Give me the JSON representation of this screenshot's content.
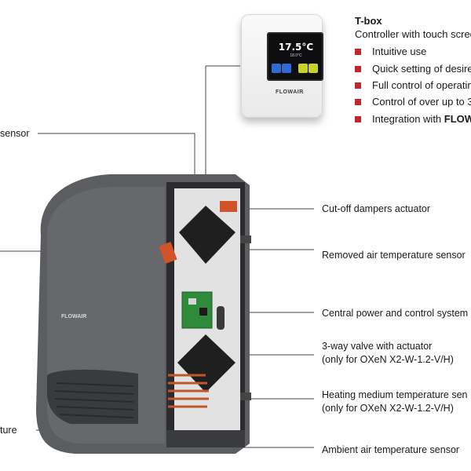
{
  "tbox": {
    "title": "T-box",
    "subtitle": "Controller with touch scree",
    "features": [
      {
        "text": "Intuitive use",
        "bold": ""
      },
      {
        "text": "Quick setting of desire",
        "bold": ""
      },
      {
        "text": "Full control of operatin",
        "bold": ""
      },
      {
        "text": "Control of over up to 3",
        "bold": ""
      },
      {
        "text": "Integration with ",
        "bold": "FLOW"
      }
    ],
    "display_temp": "17.5°C",
    "display_sub": "18.0°C",
    "brand": "FLOWAIR"
  },
  "unit_brand": "FLOWAIR",
  "callouts": {
    "left_sensor": "sensor",
    "left_bottom": "ture",
    "cut_off": "Cut-off dampers actuator",
    "removed_air": "Removed air temperature sensor",
    "central": "Central power and control system",
    "valve_1": "3-way valve with actuator",
    "valve_2": "(only for OXeN X2-W-1.2-V/H)",
    "heating_1": "Heating medium temperature sen",
    "heating_2": "(only for OXeN X2-W-1.2-V/H)",
    "ambient": "Ambient air temperature sensor"
  },
  "colors": {
    "accent_red": "#c0282e",
    "unit_gray": "#5b5d61",
    "panel_black": "#1f1f1f",
    "pcb_green": "#2f8a3c",
    "actuator_orange": "#d0532a",
    "btn_blue": "#2f6bd6",
    "btn_yellow": "#c9d22a"
  }
}
